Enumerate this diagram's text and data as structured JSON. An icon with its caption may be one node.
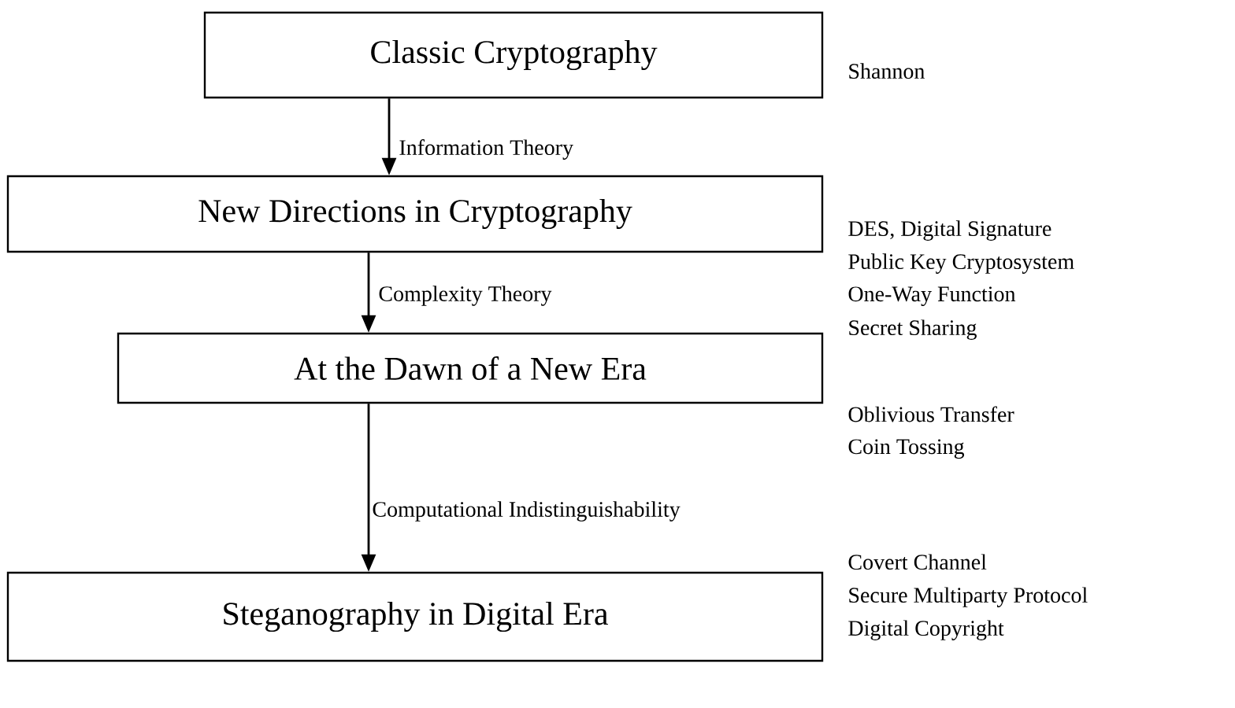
{
  "diagram": {
    "nodes": [
      {
        "text": [
          "Classic Cryptography"
        ],
        "beside": [
          "Shannon"
        ]
      },
      {
        "text": [
          "New Directions in  Cryptography"
        ],
        "beside": [
          "DES, Digital Signature",
          "Public Key Cryptosystem",
          "One-Way Function",
          "Secret Sharing"
        ]
      },
      {
        "text": [
          "At the Dawn of a New Era"
        ],
        "beside": [
          "Oblivious Transfer",
          "Coin Tossing"
        ]
      },
      {
        "text": [
          "Steganography in Digital Era"
        ],
        "beside": [
          "Covert Channel",
          "Secure Multiparty Protocol",
          "Digital Copyright"
        ]
      }
    ],
    "edges": [
      {
        "from": 0,
        "to": 1,
        "arrow": "to",
        "label": "Information Theory"
      },
      {
        "from": 1,
        "to": 2,
        "arrow": "to",
        "label": "Complexity Theory"
      },
      {
        "from": 2,
        "to": 3,
        "arrow": "to",
        "label": "Computational Indistinguishability"
      }
    ]
  }
}
